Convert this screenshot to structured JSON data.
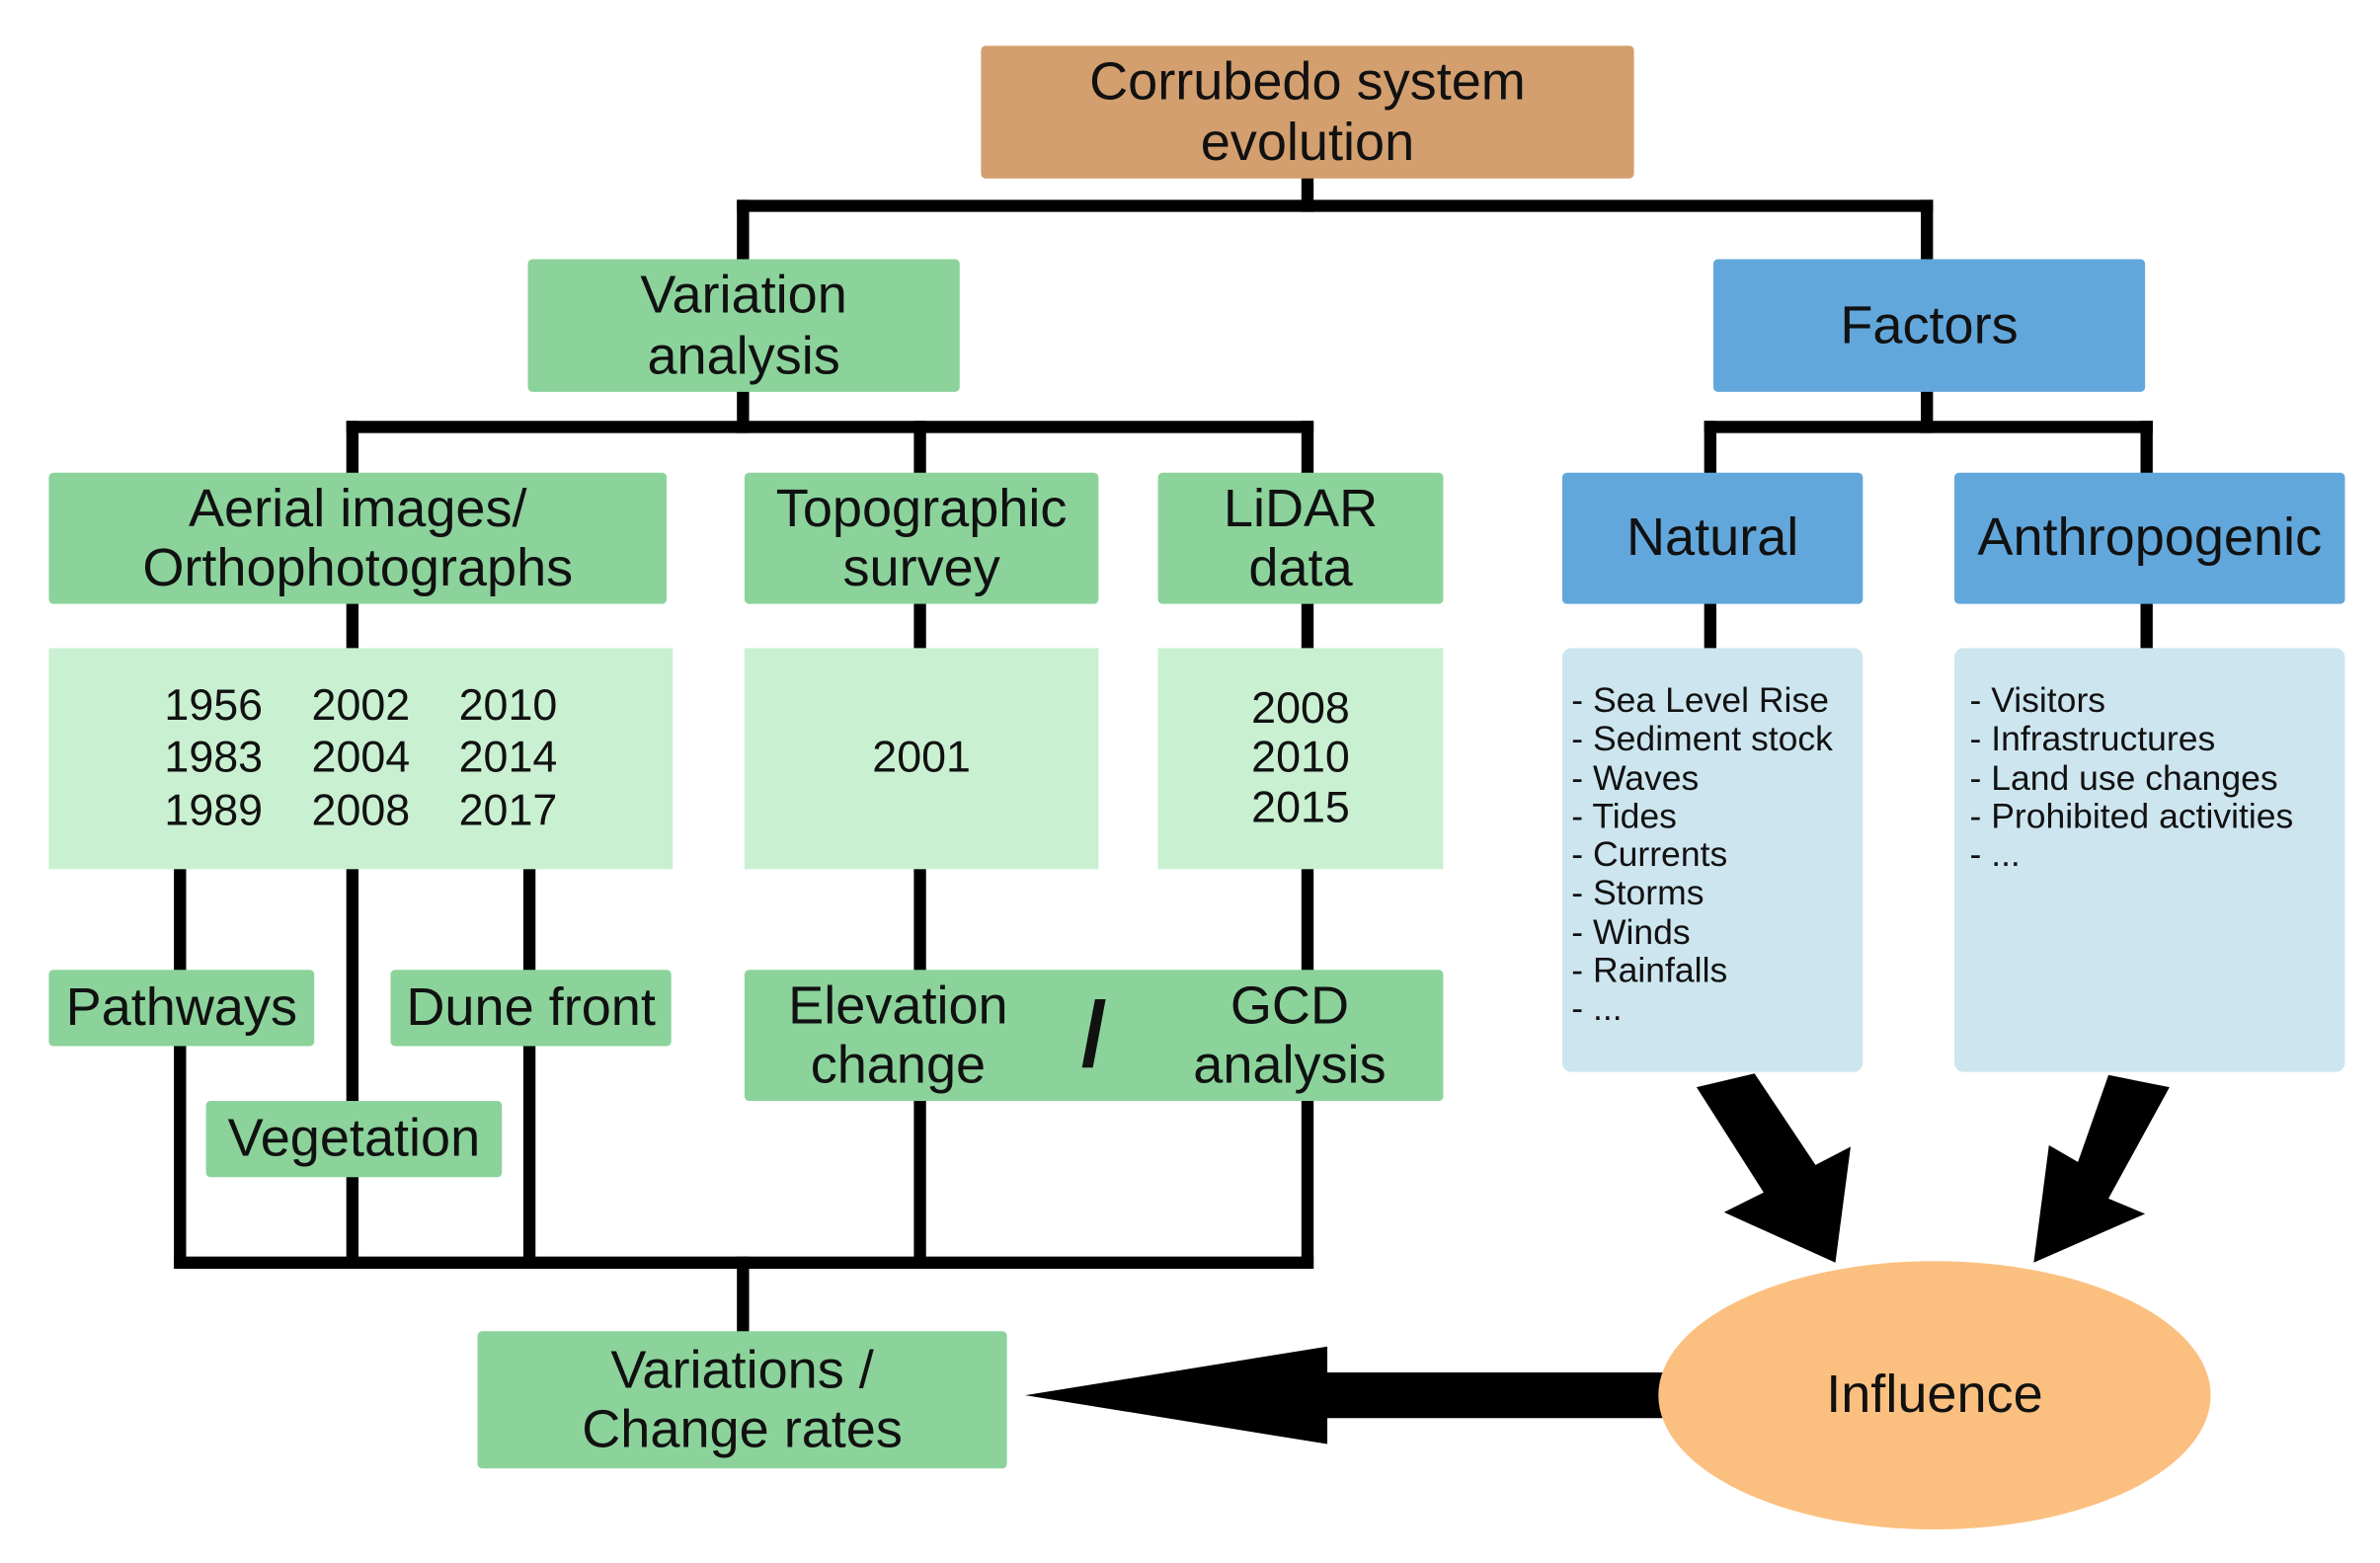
{
  "root": {
    "line1": "Corrubedo system",
    "line2": "evolution"
  },
  "variation_analysis": {
    "line1": "Variation",
    "line2": "analysis"
  },
  "factors": {
    "label": "Factors"
  },
  "sources": {
    "aerial": {
      "line1": "Aerial images/",
      "line2": "Orthophotographs"
    },
    "topo": {
      "line1": "Topographic",
      "line2": "survey"
    },
    "lidar": {
      "line1": "LiDAR",
      "line2": "data"
    }
  },
  "years": {
    "aerial": [
      [
        "1956",
        "1983",
        "1989"
      ],
      [
        "2002",
        "2004",
        "2008"
      ],
      [
        "2010",
        "2014",
        "2017"
      ]
    ],
    "topo": [
      "2001"
    ],
    "lidar": [
      "2008",
      "2010",
      "2015"
    ]
  },
  "features": {
    "pathways": "Pathways",
    "dune_front": "Dune front",
    "vegetation": "Vegetation",
    "elevation": {
      "line1": "Elevation",
      "line2": "change"
    },
    "slash": "/",
    "gcd": {
      "line1": "GCD",
      "line2": "analysis"
    }
  },
  "natural": {
    "label": "Natural",
    "items": [
      "Sea Level Rise",
      "Sediment stock",
      "Waves",
      "Tides",
      "Currents",
      "Storms",
      "Winds",
      "Rainfalls",
      "..."
    ]
  },
  "anthropogenic": {
    "label": "Anthropogenic",
    "items": [
      "Visitors",
      "Infrastructures",
      "Land use changes",
      "Prohibited activities",
      "..."
    ]
  },
  "result": {
    "line1": "Variations /",
    "line2": "Change rates"
  },
  "influence": {
    "label": "Influence"
  },
  "colors": {
    "root": "#d49f6e",
    "green": "#8bd39b",
    "light_green": "#c9f0d1",
    "blue": "#62a7db",
    "light_blue": "#cde5ef",
    "influence": "#fbc07f",
    "line": "#000000"
  }
}
